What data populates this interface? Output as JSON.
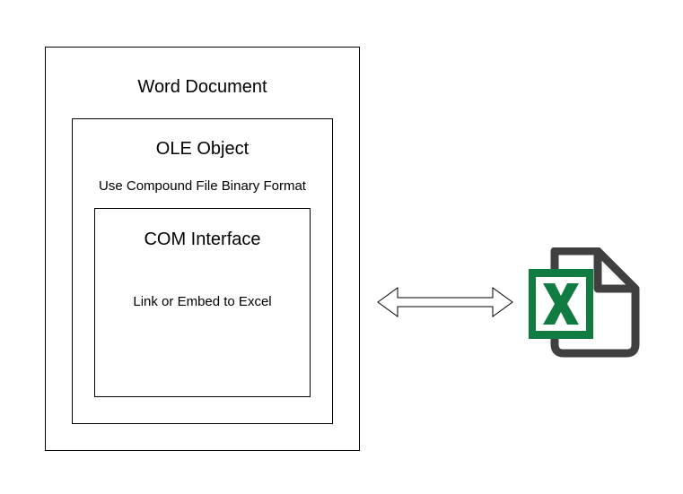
{
  "word_document": {
    "title": "Word Document"
  },
  "ole_object": {
    "title": "OLE Object",
    "subtitle": "Use Compound File Binary Format"
  },
  "com_interface": {
    "title": "COM Interface",
    "subtitle": "Link or Embed to Excel"
  },
  "icons": {
    "connector": "double-headed-arrow",
    "excel": "excel-file-icon"
  },
  "colors": {
    "excel_green": "#107C41",
    "excel_page_gray": "#404040"
  }
}
